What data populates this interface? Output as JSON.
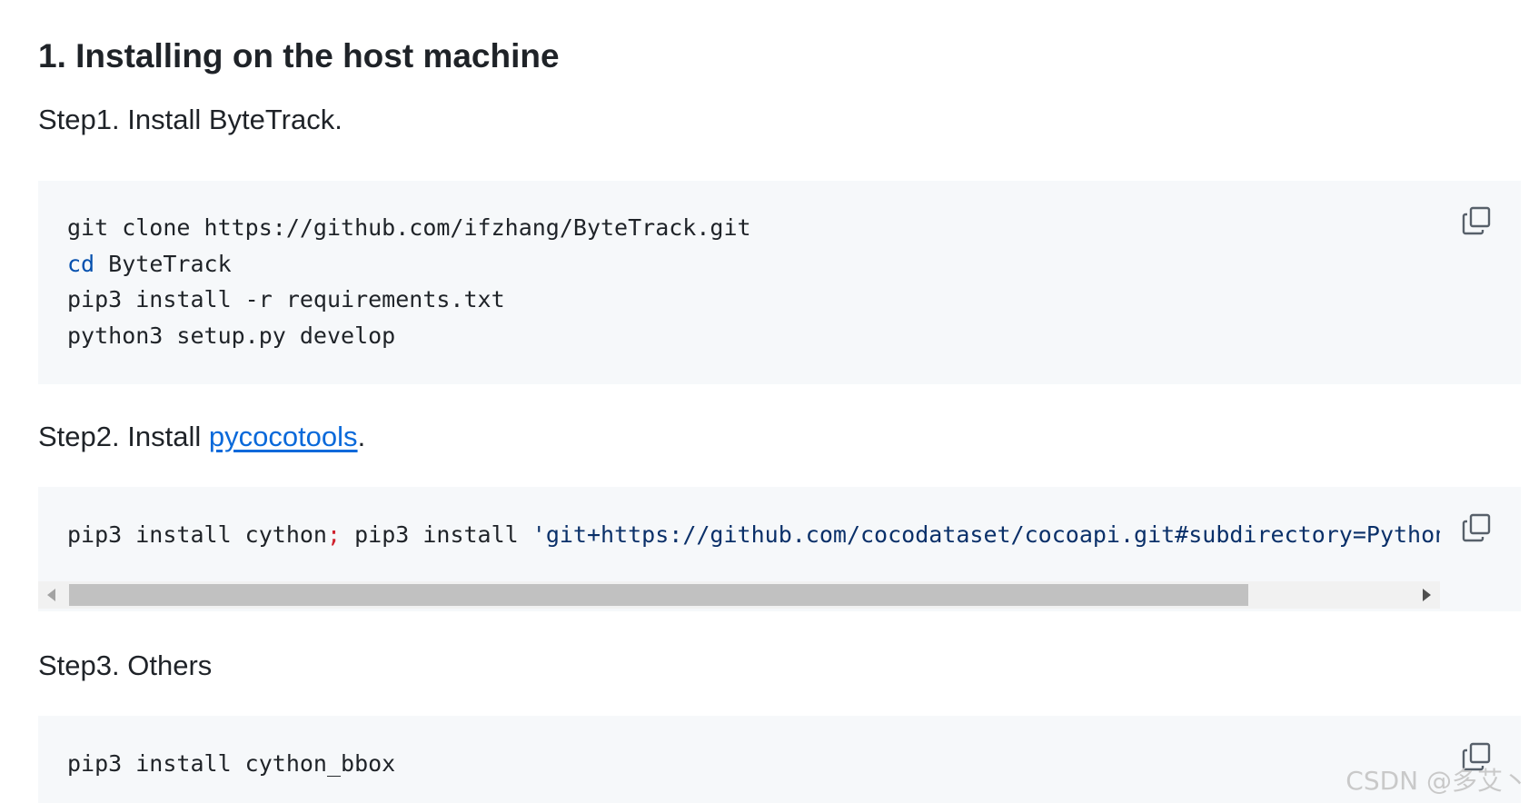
{
  "heading": "1. Installing on the host machine",
  "step1": {
    "label": "Step1. Install ByteTrack.",
    "code_lines": [
      [
        {
          "text": "git clone https://github.com/ifzhang/ByteTrack.git",
          "style": "plain"
        }
      ],
      [
        {
          "text": "cd",
          "style": "kw-blue"
        },
        {
          "text": " ByteTrack",
          "style": "plain"
        }
      ],
      [
        {
          "text": "pip3 install -r requirements.txt",
          "style": "plain"
        }
      ],
      [
        {
          "text": "python3 setup.py develop",
          "style": "plain"
        }
      ]
    ]
  },
  "step2": {
    "label_prefix": "Step2. Install ",
    "link_text": "pycocotools",
    "label_suffix": ".",
    "code_lines": [
      [
        {
          "text": "pip3 install cython",
          "style": "plain"
        },
        {
          "text": ";",
          "style": "kw-red"
        },
        {
          "text": " pip3 install ",
          "style": "plain"
        },
        {
          "text": "'git+https://github.com/cocodataset/cocoapi.git#subdirectory=PythonAPI'",
          "style": "str-blue"
        }
      ]
    ],
    "scroll_fraction": 0.88
  },
  "step3": {
    "label": "Step3. Others",
    "code_lines": [
      [
        {
          "text": "pip3 install cython_bbox",
          "style": "plain"
        }
      ]
    ]
  },
  "icons": {
    "copy": "copy-icon"
  },
  "watermark": "CSDN @多艾丶"
}
